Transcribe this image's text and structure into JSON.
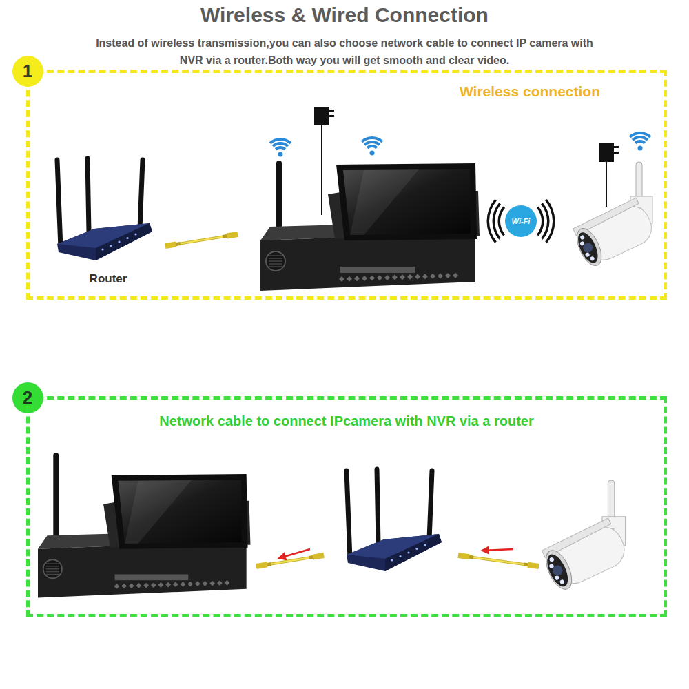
{
  "diagram": {
    "title": "Wireless & Wired Connection",
    "nodes": [
      {
        "text": [
          "1"
        ]
      },
      {
        "text": [
          "Wireless connection"
        ]
      },
      {
        "text": [
          "Wi-Fi"
        ],
        "in": 1
      },
      {
        "text": [
          "2"
        ]
      },
      {
        "text": [
          "Network cable to connect IPcamera with NVR via a router"
        ]
      }
    ],
    "labels": [
      "Instead of wireless transmission,you can also choose network cable to connect IP camera with NVR via a router.Both way you will get smooth and clear video.",
      "Router"
    ]
  }
}
